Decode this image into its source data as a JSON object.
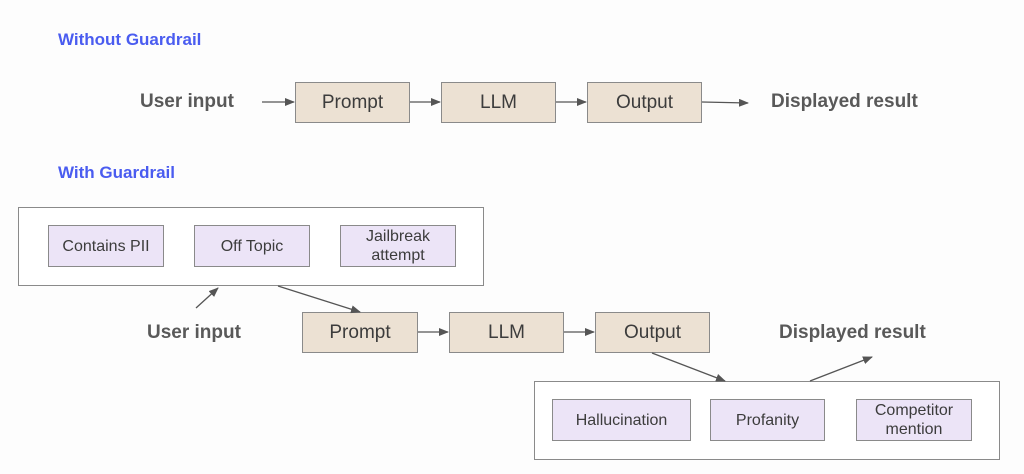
{
  "sections": {
    "without": {
      "title": "Without Guardrail",
      "input_label": "User input",
      "steps": [
        "Prompt",
        "LLM",
        "Output"
      ],
      "result_label": "Displayed result"
    },
    "with": {
      "title": "With Guardrail",
      "input_label": "User input",
      "input_guards": [
        "Contains PII",
        "Off Topic",
        "Jailbreak attempt"
      ],
      "steps": [
        "Prompt",
        "LLM",
        "Output"
      ],
      "output_guards": [
        "Hallucination",
        "Profanity",
        "Competitor mention"
      ],
      "result_label": "Displayed result"
    }
  },
  "colors": {
    "heading": "#4a5cf0",
    "step_fill": "#ece1d3",
    "guard_fill": "#ece4f7",
    "label_text": "#595959"
  }
}
